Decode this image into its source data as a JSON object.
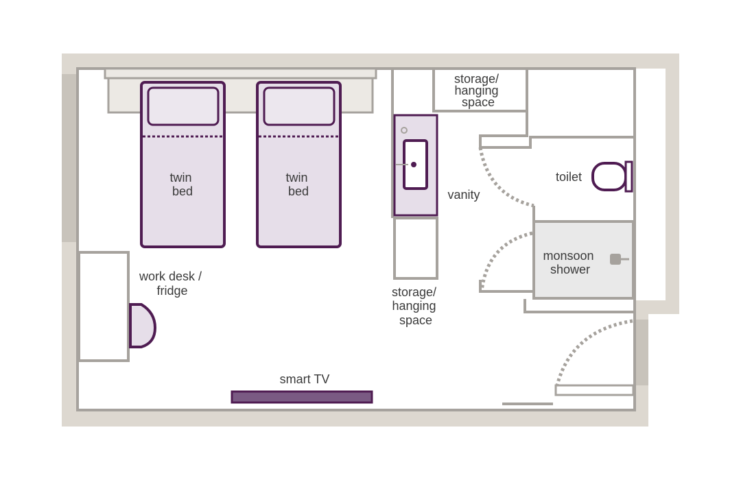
{
  "labels": {
    "storage_top": [
      "storage/",
      "hanging",
      "space"
    ],
    "bed_1": [
      "twin",
      "bed"
    ],
    "bed_2": [
      "twin",
      "bed"
    ],
    "vanity": "vanity",
    "toilet": "toilet",
    "shower": [
      "monsoon",
      "shower"
    ],
    "desk": [
      "work desk /",
      "fridge"
    ],
    "storage_mid": [
      "storage/",
      "hanging",
      "space"
    ],
    "tv": "smart TV"
  },
  "colors": {
    "outer_wall": "#ddd8d0",
    "inner_wall": "#a6a29d",
    "furniture_outline": "#4f1c52",
    "bed_fill": "#e6dee9",
    "pillow_fill": "#ece7ee",
    "shower_fill": "#e9e9e9",
    "tv_fill": "#7a5a83",
    "text": "#3a3a3a"
  }
}
